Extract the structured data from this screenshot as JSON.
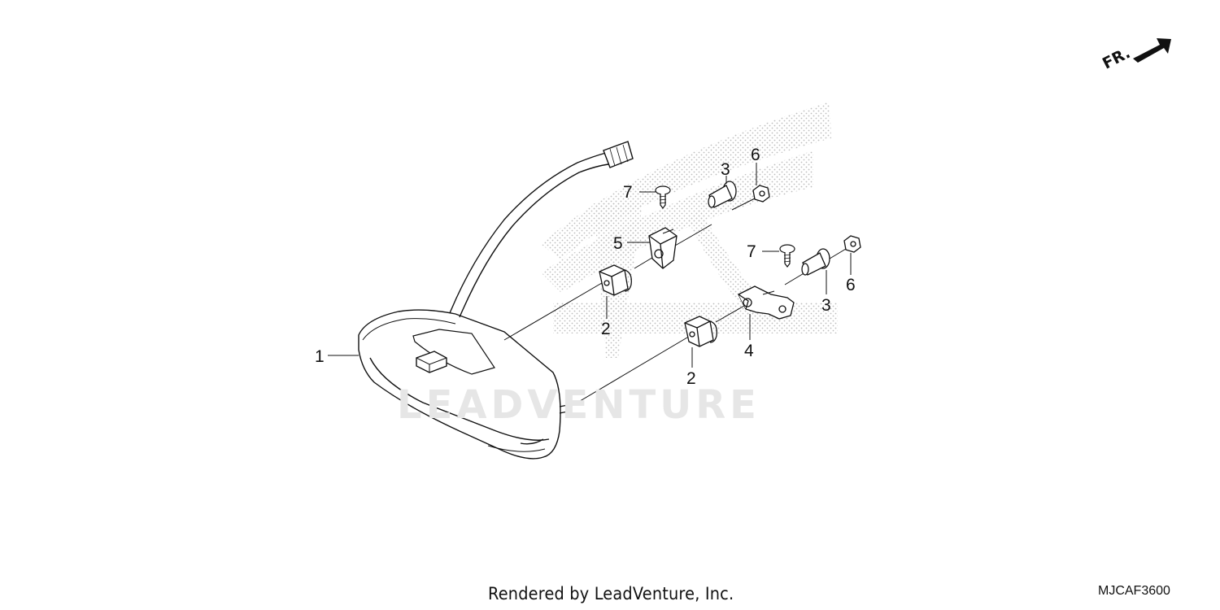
{
  "diagram": {
    "credit": "Rendered by LeadVenture, Inc.",
    "code": "MJCAF3600",
    "watermark": "LEADVENTURE",
    "direction_label": "FR.",
    "callouts": {
      "tail_light": "1",
      "rubber_mount_left": "2",
      "rubber_mount_right": "2",
      "collar_upper": "3",
      "collar_lower": "3",
      "bracket_lower": "4",
      "bracket_upper": "5",
      "nut_upper": "6",
      "nut_lower": "6",
      "screw_upper": "7",
      "screw_lower": "7"
    }
  },
  "colors": {
    "line": "#111111",
    "watermark": "#e6e6e6",
    "dots": "#bdbdbd"
  }
}
